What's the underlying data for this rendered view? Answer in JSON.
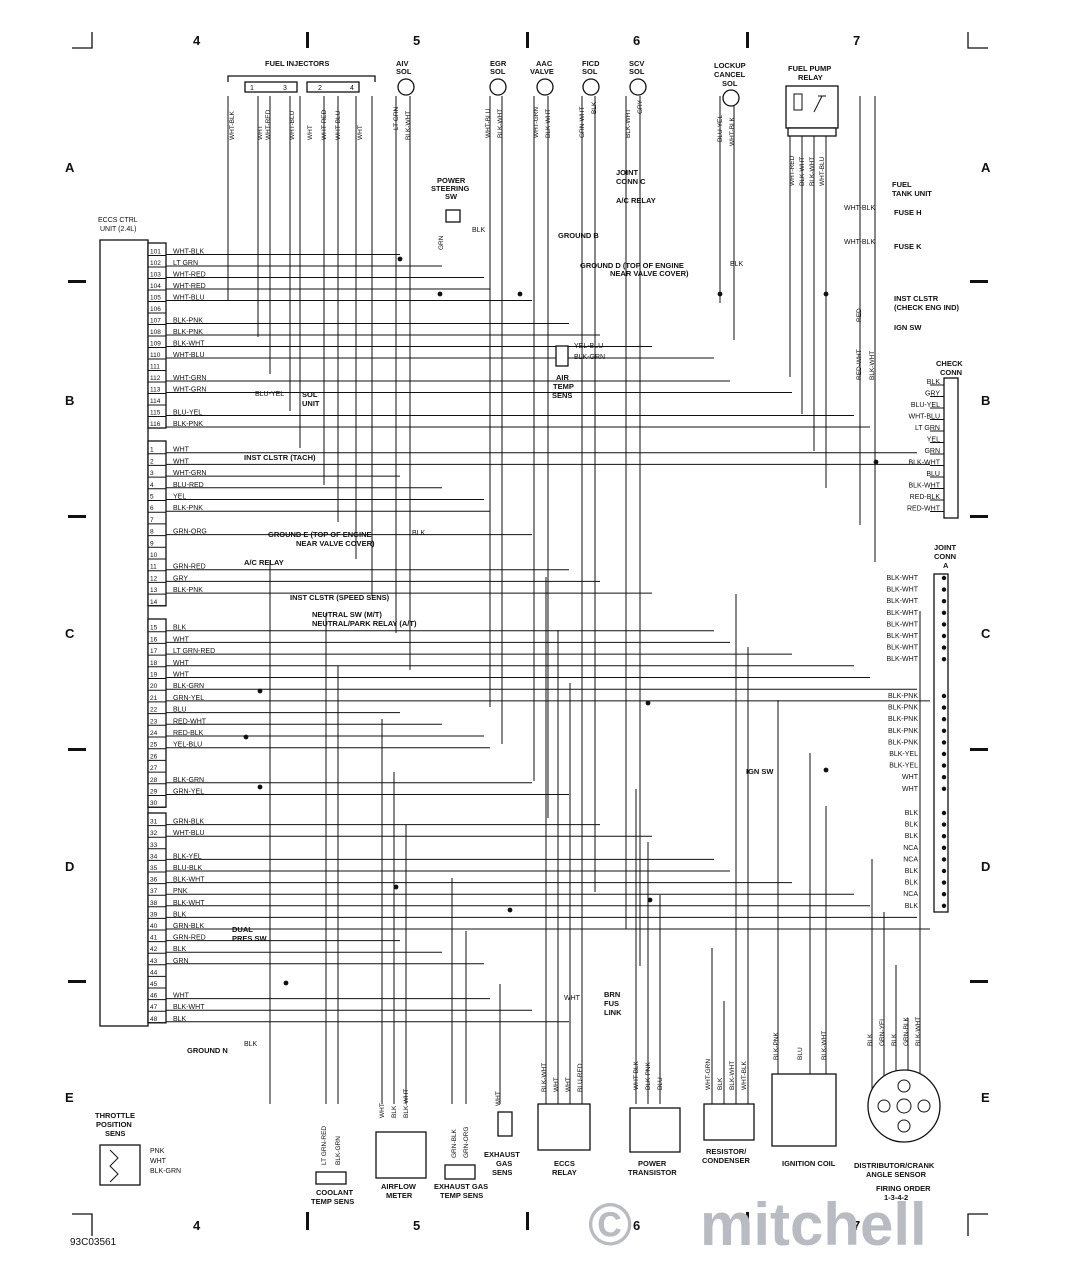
{
  "figure_id": "93C03561",
  "watermark": "mitchell",
  "grid": {
    "columns": [
      "4",
      "5",
      "6",
      "7"
    ],
    "rows": [
      "A",
      "B",
      "C",
      "D",
      "E"
    ]
  },
  "ecu": {
    "title": "ECCS CTRL UNIT (2.4L)",
    "group1": [
      {
        "pin": "101",
        "wire": "WHT-BLK"
      },
      {
        "pin": "102",
        "wire": "LT GRN"
      },
      {
        "pin": "103",
        "wire": "WHT-RED"
      },
      {
        "pin": "104",
        "wire": "WHT-RED"
      },
      {
        "pin": "105",
        "wire": "WHT-BLU"
      },
      {
        "pin": "106",
        "wire": ""
      },
      {
        "pin": "107",
        "wire": "BLK-PNK"
      },
      {
        "pin": "108",
        "wire": "BLK-PNK"
      },
      {
        "pin": "109",
        "wire": "BLK-WHT"
      },
      {
        "pin": "110",
        "wire": "WHT-BLU"
      },
      {
        "pin": "111",
        "wire": ""
      },
      {
        "pin": "112",
        "wire": "WHT-GRN"
      },
      {
        "pin": "113",
        "wire": "WHT-GRN"
      },
      {
        "pin": "114",
        "wire": ""
      },
      {
        "pin": "115",
        "wire": "BLU-YEL"
      },
      {
        "pin": "116",
        "wire": "BLK-PNK"
      }
    ],
    "group2": [
      {
        "pin": "1",
        "wire": "WHT"
      },
      {
        "pin": "2",
        "wire": "WHT"
      },
      {
        "pin": "3",
        "wire": "WHT-GRN"
      },
      {
        "pin": "4",
        "wire": "BLU-RED"
      },
      {
        "pin": "5",
        "wire": "YEL"
      },
      {
        "pin": "6",
        "wire": "BLK-PNK"
      },
      {
        "pin": "7",
        "wire": ""
      },
      {
        "pin": "8",
        "wire": "GRN-ORG"
      },
      {
        "pin": "9",
        "wire": ""
      },
      {
        "pin": "10",
        "wire": ""
      },
      {
        "pin": "11",
        "wire": "GRN-RED"
      },
      {
        "pin": "12",
        "wire": "GRY"
      },
      {
        "pin": "13",
        "wire": "BLK-PNK"
      },
      {
        "pin": "14",
        "wire": ""
      }
    ],
    "group3": [
      {
        "pin": "15",
        "wire": "BLK"
      },
      {
        "pin": "16",
        "wire": "WHT"
      },
      {
        "pin": "17",
        "wire": "LT GRN-RED"
      },
      {
        "pin": "18",
        "wire": "WHT"
      },
      {
        "pin": "19",
        "wire": "WHT"
      },
      {
        "pin": "20",
        "wire": "BLK-GRN"
      },
      {
        "pin": "21",
        "wire": "GRN-YEL"
      },
      {
        "pin": "22",
        "wire": "BLU"
      },
      {
        "pin": "23",
        "wire": "RED-WHT"
      },
      {
        "pin": "24",
        "wire": "RED-BLK"
      },
      {
        "pin": "25",
        "wire": "YEL-BLU"
      },
      {
        "pin": "26",
        "wire": ""
      },
      {
        "pin": "27",
        "wire": ""
      },
      {
        "pin": "28",
        "wire": "BLK-GRN"
      },
      {
        "pin": "29",
        "wire": "GRN-YEL"
      },
      {
        "pin": "30",
        "wire": ""
      }
    ],
    "group4": [
      {
        "pin": "31",
        "wire": "GRN-BLK"
      },
      {
        "pin": "32",
        "wire": "WHT-BLU"
      },
      {
        "pin": "33",
        "wire": ""
      },
      {
        "pin": "34",
        "wire": "BLK-YEL"
      },
      {
        "pin": "35",
        "wire": "BLU-BLK"
      },
      {
        "pin": "36",
        "wire": "BLK-WHT"
      },
      {
        "pin": "37",
        "wire": "PNK"
      },
      {
        "pin": "38",
        "wire": "BLK-WHT"
      },
      {
        "pin": "39",
        "wire": "BLK"
      },
      {
        "pin": "40",
        "wire": "GRN-BLK"
      },
      {
        "pin": "41",
        "wire": "GRN-RED"
      },
      {
        "pin": "42",
        "wire": "BLK"
      },
      {
        "pin": "43",
        "wire": "GRN"
      },
      {
        "pin": "44",
        "wire": ""
      },
      {
        "pin": "45",
        "wire": ""
      },
      {
        "pin": "46",
        "wire": "WHT"
      },
      {
        "pin": "47",
        "wire": "BLK-WHT"
      },
      {
        "pin": "48",
        "wire": "BLK"
      }
    ]
  },
  "top_components": {
    "fuel_injectors": "FUEL INJECTORS",
    "injector_numbers": [
      "1",
      "3",
      "2",
      "4"
    ],
    "injector_wires": [
      "WHT-BLK",
      "WHT",
      "WHT-RED",
      "WHT-BLU",
      "WHT",
      "WHT-RED",
      "WHT-BLU",
      "WHT"
    ],
    "aiv": "AIV SOL",
    "egr": "EGR SOL",
    "aac": "AAC VALVE",
    "ficd": "FICD SOL",
    "scv": "SCV SOL",
    "lockup": "LOCKUP CANCEL SOL",
    "fuel_pump_relay": "FUEL PUMP RELAY",
    "aiv_wires": [
      "LT GRN",
      "BLK-WHT"
    ],
    "egr_wires": [
      "WHT-BLU",
      "BLK-WHT"
    ],
    "aac_wires": [
      "WHT-GRN",
      "BLK-WHT"
    ],
    "ficd_wires": [
      "GRN-WHT",
      "BLK"
    ],
    "scv_wires": [
      "BLK-WHT",
      "GRY"
    ],
    "lockup_wires": [
      "BLU-YEL",
      "WHT-BLK"
    ],
    "relay_wires": [
      "WHT-RED",
      "BLK-WHT",
      "BLK-WHT",
      "WHT-BLU"
    ]
  },
  "callouts": {
    "joint_conn_c": "JOINT CONN C",
    "ac_relay_top": "A/C RELAY",
    "power_steering": "POWER STEERING SW",
    "blk": "BLK",
    "grn": "GRN",
    "ground_b": "GROUND B",
    "ground_d": "GROUND D (TOP OF ENGINE NEAR VALVE COVER)",
    "fuel_tank_unit": "FUEL TANK UNIT",
    "fuse_h": "FUSE H",
    "fuse_k": "FUSE K",
    "wht_blk": "WHT-BLK",
    "inst_clstr_check": "INST CLSTR (CHECK ENG IND)",
    "ign_sw": "IGN SW",
    "red": "RED",
    "red_wht": "RED-WHT",
    "blk_wht": "BLK-WHT",
    "yel_blu": "YEL-BLU",
    "blk_grn": "BLK-GRN",
    "air_temp": "AIR TEMP SENS",
    "blu_yel": "BLU-YEL",
    "sol_unit": "SOL UNIT",
    "inst_clstr_tach": "INST CLSTR (TACH)",
    "ground_e": "GROUND E (TOP OF ENGINE NEAR VALVE COVER)",
    "ac_relay": "A/C RELAY",
    "inst_clstr_speed": "INST CLSTR (SPEED SENS)",
    "neutral_sw": "NEUTRAL SW (M/T)",
    "neutral_park": "NEUTRAL/PARK RELAY (A/T)",
    "ign_sw_2": "IGN SW",
    "dual_pres": "DUAL PRES SW",
    "wht": "WHT",
    "brn_fus": "BRN FUS LINK",
    "ground_n": "GROUND N"
  },
  "check_conn": {
    "title": "CHECK CONN",
    "wires": [
      "BLK",
      "GRY",
      "BLU-YEL",
      "WHT-BLU",
      "LT GRN",
      "YEL",
      "GRN",
      "BLK-WHT",
      "BLU",
      "BLK-WHT",
      "RED-BLK",
      "RED-WHT"
    ]
  },
  "joint_conn": {
    "title": "JOINT CONN A",
    "group1": [
      "BLK-WHT",
      "BLK-WHT",
      "BLK-WHT",
      "BLK-WHT",
      "BLK-WHT",
      "BLK-WHT",
      "BLK-WHT",
      "BLK-WHT"
    ],
    "group2": [
      "BLK-PNK",
      "BLK-PNK",
      "BLK-PNK",
      "BLK-PNK",
      "BLK-PNK",
      "BLK-YEL",
      "BLK-YEL",
      "WHT",
      "WHT"
    ],
    "group3": [
      "BLK",
      "BLK",
      "BLK",
      "NCA",
      "NCA",
      "BLK",
      "BLK",
      "NCA",
      "BLK"
    ]
  },
  "bottom_components": {
    "throttle": "THROTTLE POSITION SENS",
    "throttle_wires": [
      "PNK",
      "WHT",
      "BLK-GRN"
    ],
    "coolant": "COOLANT TEMP SENS",
    "coolant_wires": [
      "LT GRN-RED",
      "BLK-GRN"
    ],
    "airflow": "AIRFLOW METER",
    "airflow_wires": [
      "WHT",
      "BLK",
      "BLK-WHT"
    ],
    "exhaust_temp": "EXHAUST GAS TEMP SENS",
    "exhaust_temp_wires": [
      "GRN-BLK",
      "GRN-ORG"
    ],
    "exhaust_gas": "EXHAUST GAS SENS",
    "exhaust_gas_wire": "WHT",
    "eccs_relay": "ECCS RELAY",
    "eccs_wires": [
      "BLK-WHT",
      "WHT",
      "WHT",
      "BLU-RED"
    ],
    "power_transistor": "POWER TRANSISTOR",
    "pt_wires": [
      "WHT-BLK",
      "BLK-PNK",
      "BLU"
    ],
    "resistor": "RESISTOR/ CONDENSER",
    "resistor_wires": [
      "WHT-GRN",
      "BLK",
      "BLK-WHT",
      "WHT-BLK"
    ],
    "ignition_coil": "IGNITION COIL",
    "coil_wires": [
      "BLK-PNK",
      "BLU",
      "BLK-WHT"
    ],
    "distributor": "DISTRIBUTOR/CRANK ANGLE SENSOR",
    "dist_wires": [
      "BLK",
      "GRN-YEL",
      "BLK",
      "GRN-BLK",
      "BLK-WHT"
    ],
    "firing_order": "FIRING ORDER",
    "firing_order_value": "1-3-4-2"
  }
}
